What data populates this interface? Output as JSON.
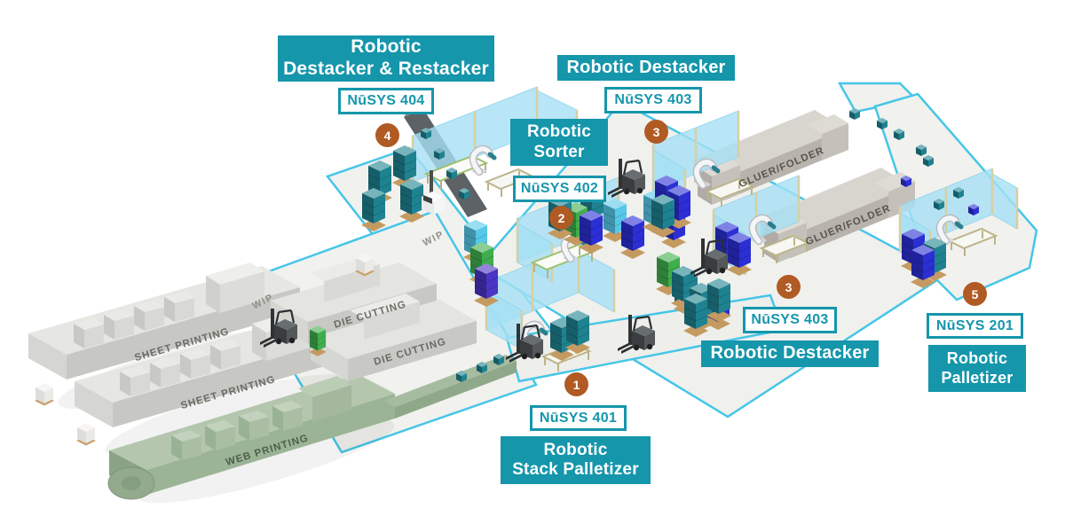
{
  "colors": {
    "teal": "#1596ab",
    "badge_brown": "#b05a24",
    "floor_border": "#45c6e8",
    "wall_blue": "#a6e0f4",
    "pallet_teal": "#1f8290",
    "pallet_blue": "#2b2fd4",
    "pallet_green": "#3fae4c",
    "pallet_cyan": "#57c8e8",
    "pallet_purple": "#4a35c4"
  },
  "annotations": {
    "destacker_restacker": {
      "title_line1": "Robotic",
      "title_line2": "Destacker & Restacker",
      "nusys": "NūSYS 404",
      "badge": "4"
    },
    "destacker_top": {
      "title": "Robotic Destacker",
      "nusys": "NūSYS 403",
      "badge": "3"
    },
    "sorter": {
      "title_line1": "Robotic",
      "title_line2": "Sorter",
      "nusys": "NūSYS 402",
      "badge": "2"
    },
    "destacker_right": {
      "title": "Robotic Destacker",
      "nusys": "NūSYS 403",
      "badge": "3"
    },
    "palletizer": {
      "title_line1": "Robotic",
      "title_line2": "Palletizer",
      "nusys": "NūSYS 201",
      "badge": "5"
    },
    "stack_palletizer": {
      "title_line1": "Robotic",
      "title_line2": "Stack Palletizer",
      "nusys": "NūSYS 401",
      "badge": "1"
    }
  },
  "machine_labels": {
    "sheet_printing_1": "SHEET PRINTING",
    "sheet_printing_2": "SHEET PRINTING",
    "web_printing": "WEB PRINTING",
    "die_cutting_1": "DIE CUTTING",
    "die_cutting_2": "DIE CUTTING",
    "gluer_folder_1": "GLUER/FOLDER",
    "gluer_folder_2": "GLUER/FOLDER"
  },
  "floor_labels": {
    "wip_1": "WIP",
    "wip_2": "WIP"
  }
}
